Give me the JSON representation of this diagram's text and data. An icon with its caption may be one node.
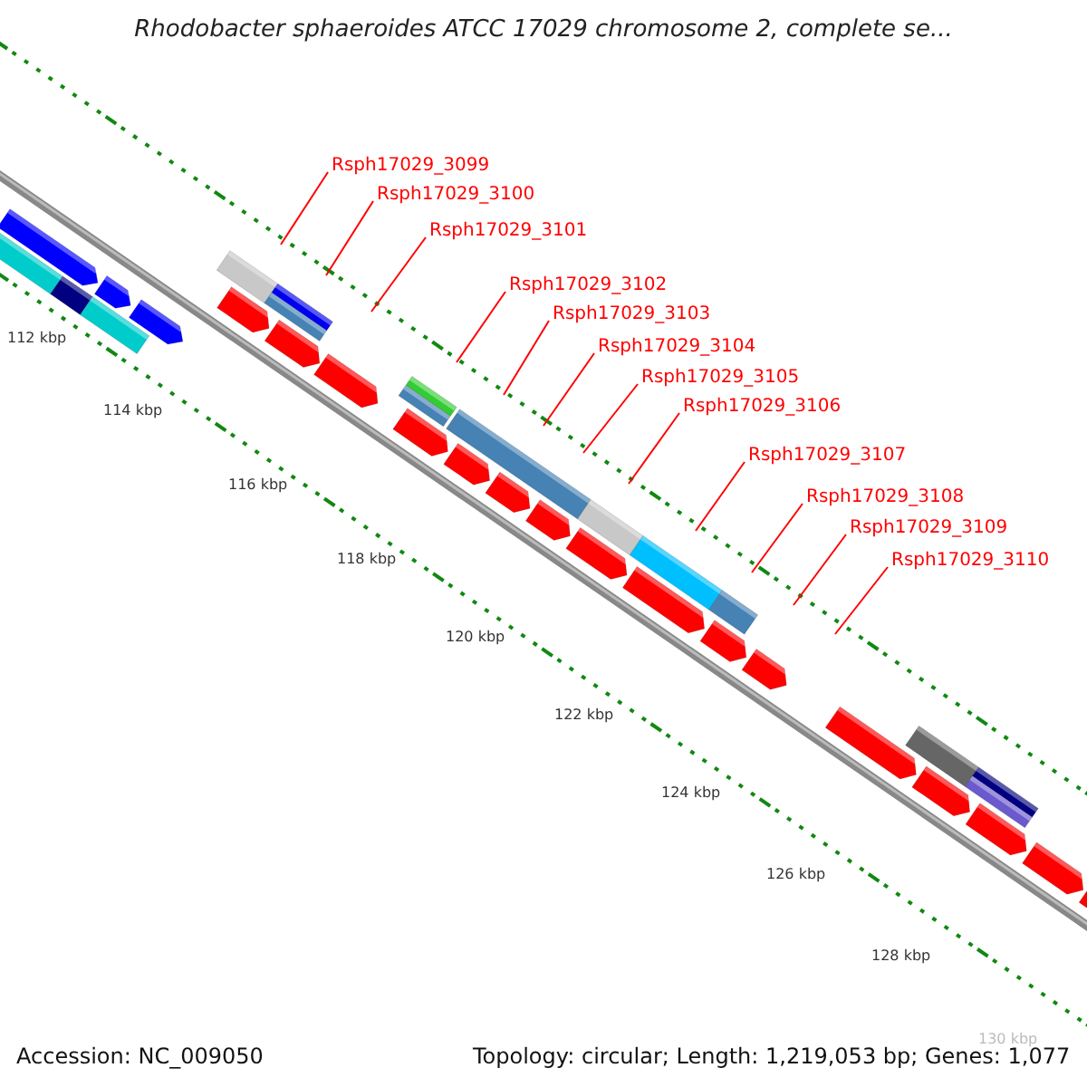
{
  "diagram": {
    "title": "Rhodobacter sphaeroides ATCC 17029 chromosome 2, complete se...",
    "nodes": [
      {
        "text": [
          "Rsph17029_3099"
        ]
      },
      {
        "text": [
          "Rsph17029_3100"
        ]
      },
      {
        "text": [
          "Rsph17029_3101"
        ]
      },
      {
        "text": [
          "Rsph17029_3102"
        ]
      },
      {
        "text": [
          "Rsph17029_3103"
        ]
      },
      {
        "text": [
          "Rsph17029_3104"
        ]
      },
      {
        "text": [
          "Rsph17029_3105"
        ]
      },
      {
        "text": [
          "Rsph17029_3106"
        ]
      },
      {
        "text": [
          "Rsph17029_3107"
        ]
      },
      {
        "text": [
          "Rsph17029_3108"
        ]
      },
      {
        "text": [
          "Rsph17029_3109"
        ]
      },
      {
        "text": [
          "Rsph17029_3110"
        ]
      }
    ],
    "edges": [
      {
        "from": 0,
        "to": null,
        "arrow": "none"
      },
      {
        "from": 1,
        "to": null,
        "arrow": "none"
      },
      {
        "from": 2,
        "to": null,
        "arrow": "none"
      },
      {
        "from": 3,
        "to": null,
        "arrow": "none"
      },
      {
        "from": 4,
        "to": null,
        "arrow": "none"
      },
      {
        "from": 5,
        "to": null,
        "arrow": "none"
      },
      {
        "from": 6,
        "to": null,
        "arrow": "none"
      },
      {
        "from": 7,
        "to": null,
        "arrow": "none"
      },
      {
        "from": 8,
        "to": null,
        "arrow": "none"
      },
      {
        "from": 9,
        "to": null,
        "arrow": "none"
      },
      {
        "from": 10,
        "to": null,
        "arrow": "none"
      },
      {
        "from": 11,
        "to": null,
        "arrow": "none"
      }
    ],
    "labels": [
      "112 kbp",
      "114 kbp",
      "116 kbp",
      "118 kbp",
      "120 kbp",
      "122 kbp",
      "124 kbp",
      "126 kbp",
      "128 kbp",
      "130 kbp",
      "Accession: NC_009050",
      "Topology: circular; Length: 1,219,053 bp; Genes: 1,077"
    ]
  }
}
